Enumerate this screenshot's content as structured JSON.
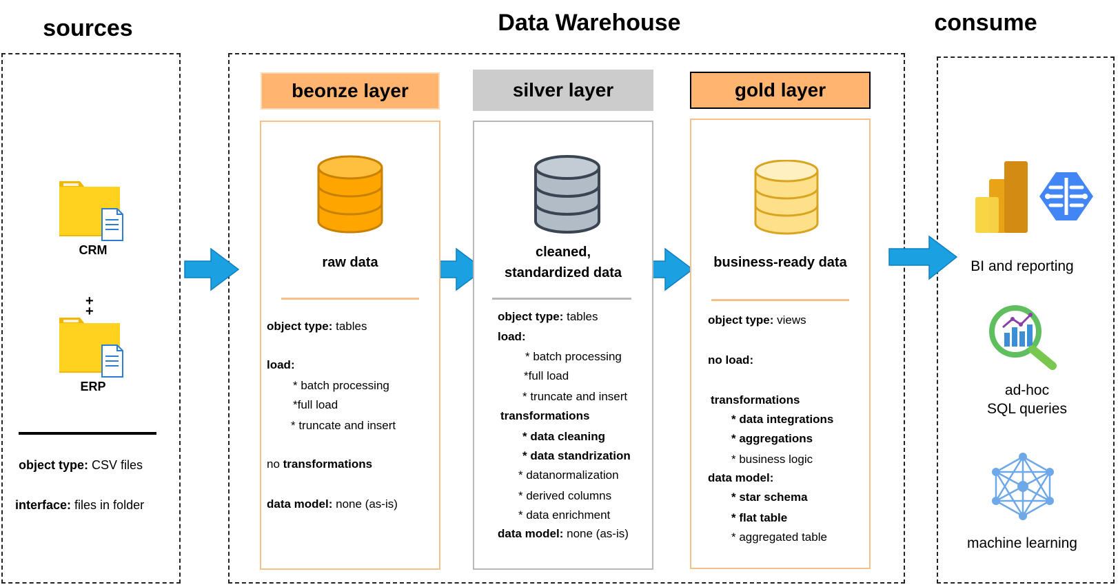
{
  "titles": {
    "sources": "sources",
    "warehouse": "Data Warehouse",
    "consume": "consume"
  },
  "sources": {
    "crm_label": "CRM",
    "erp_label": "ERP",
    "plus_marks": "+\n+",
    "object_type_key": "object type:",
    "object_type_val": " CSV files",
    "interface_key": "interface:",
    "interface_val": " files in folder"
  },
  "bronze": {
    "header": "beonze layer",
    "caption": "raw data",
    "object_type_key": "object type:",
    "object_type_val": " tables",
    "load_key": "load:",
    "load_items": [
      "* batch processing",
      "*full load",
      "* truncate and insert"
    ],
    "no_prefix": "no ",
    "transformations_key": "transformations",
    "data_model_key": "data model:",
    "data_model_val": " none (as-is)"
  },
  "silver": {
    "header": "silver layer",
    "caption_line1": "cleaned,",
    "caption_line2": "standardized data",
    "object_type_key": "object type:",
    "object_type_val": " tables",
    "load_key": "load:",
    "load_items": [
      "* batch processing",
      "*full load",
      "* truncate and insert"
    ],
    "transformations_key": "transformations",
    "transform_bold": [
      "* data cleaning",
      "* data standrization"
    ],
    "transform_plain": [
      "* datanormalization",
      "* derived columns",
      "* data enrichment"
    ],
    "data_model_key": "data model:",
    "data_model_val": " none (as-is)"
  },
  "gold": {
    "header": "gold layer",
    "caption": "business-ready data",
    "object_type_key": "object type:",
    "object_type_val": " views",
    "no_load": "no load:",
    "transformations_key": "transformations",
    "transform_bold": [
      "* data integrations",
      "* aggregations"
    ],
    "transform_plain": [
      "* business logic"
    ],
    "data_model_key": "data model:",
    "model_bold": [
      "* star schema",
      "* flat table"
    ],
    "model_plain": [
      "* aggregated table"
    ]
  },
  "consume": {
    "bi_label": "BI and reporting",
    "adhoc_line1": "ad-hoc",
    "adhoc_line2": "SQL queries",
    "ml_label": "machine learning"
  },
  "colors": {
    "bronze_header": "#ffb570",
    "bronze_border": "#f7c08a",
    "silver_header": "#cccccc",
    "silver_border": "#b8b8b8",
    "gold_header": "#ffb570",
    "gold_border": "#f7c08a",
    "arrow": "#1ba1e2",
    "bronze_db": "#ffa500",
    "silver_db": "#b1bcc6",
    "gold_db": "#ffe08a"
  }
}
